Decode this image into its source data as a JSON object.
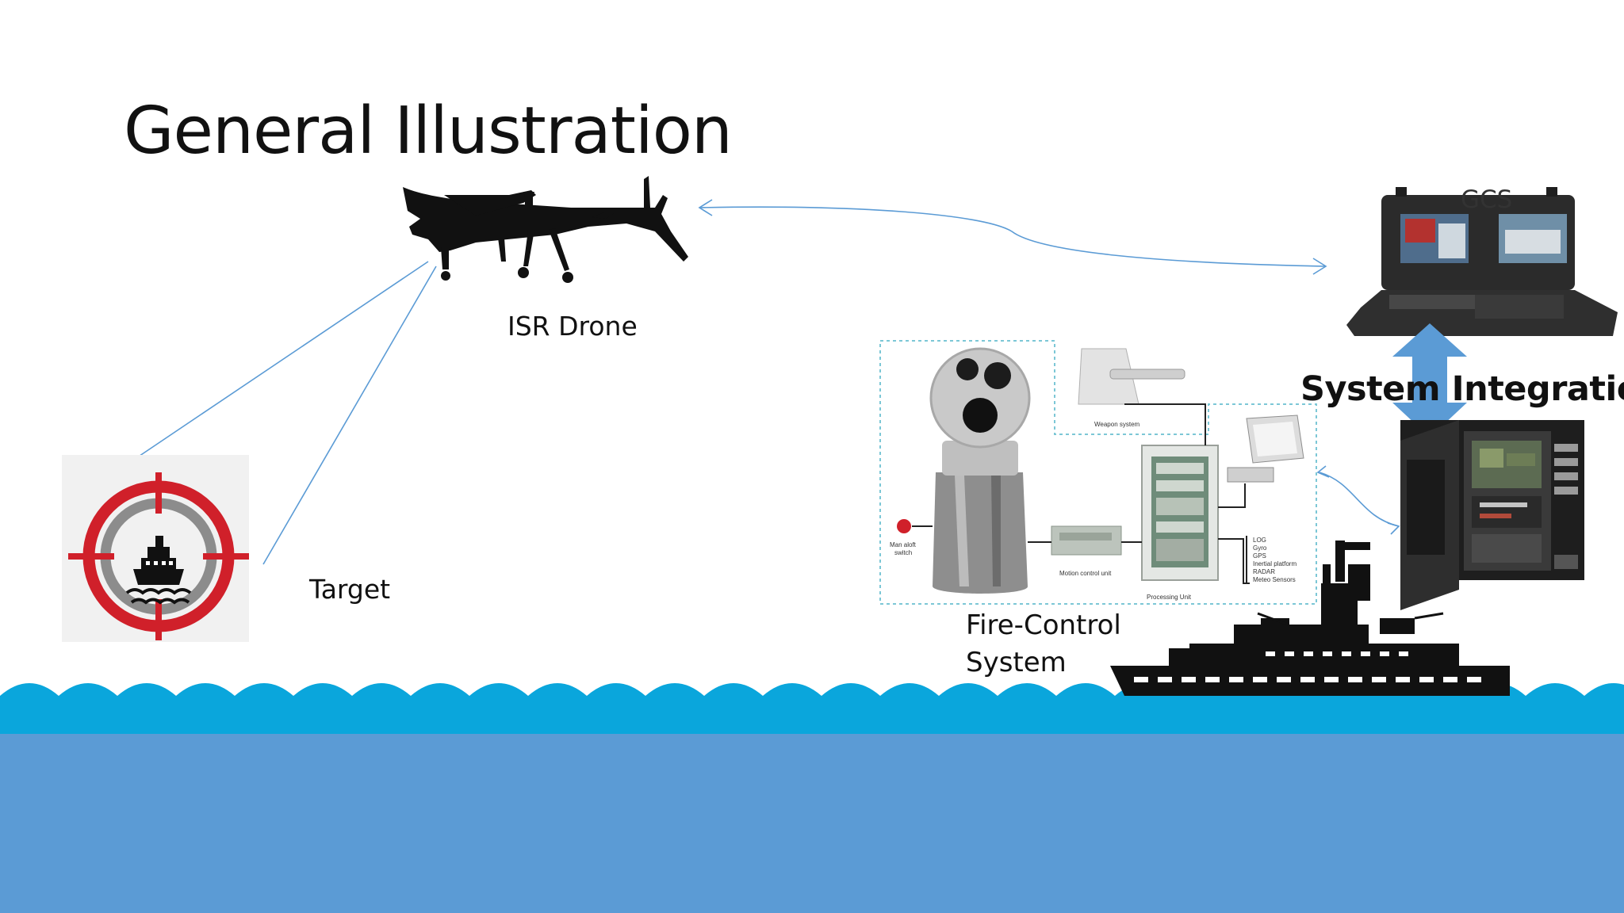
{
  "slide": {
    "title": "General Illustration"
  },
  "labels": {
    "drone": "ISR Drone",
    "target": "Target",
    "fire_control_line1": "Fire-Control",
    "fire_control_line2": "System",
    "gcs": "GCS",
    "system_integration": "System Integration"
  },
  "fcs_diagram": {
    "weapon_system": "Weapon system",
    "man_aloft_line1": "Man aloft",
    "man_aloft_line2": "switch",
    "motion_control": "Motion control unit",
    "processing_unit": "Processing Unit",
    "sensors": [
      "LOG",
      "Gyro",
      "GPS",
      "Inertial platform",
      "RADAR",
      "Meteo Sensors"
    ]
  },
  "colors": {
    "sea_surface": "#0aa6dc",
    "sea_deep": "#5b9bd5",
    "link_line": "#5b9bd5",
    "integration_arrow": "#5b9bd5",
    "target_red": "#d0202a",
    "silhouette": "#111111"
  },
  "icons": [
    "drone-silhouette",
    "target-crosshair-icon",
    "ship-icon",
    "warship-silhouette",
    "laptop-gcs",
    "server-cabinet",
    "eo-sensor-turret"
  ]
}
